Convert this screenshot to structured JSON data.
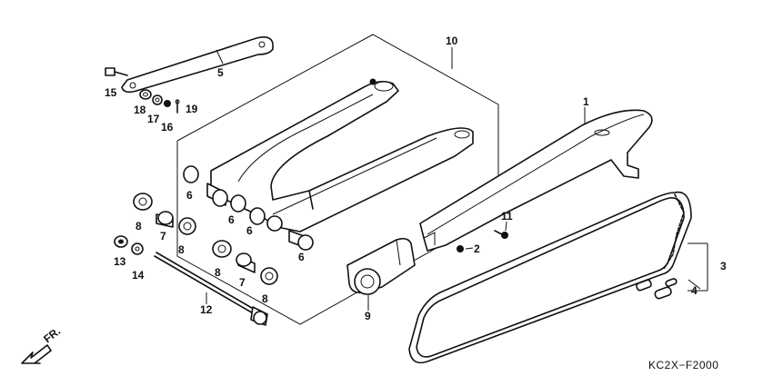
{
  "diagram": {
    "code": "KC2X−F2000",
    "direction_label": "FR.",
    "callouts": [
      "1",
      "2",
      "3",
      "4",
      "5",
      "6",
      "6",
      "6",
      "6",
      "7",
      "7",
      "8",
      "8",
      "8",
      "8",
      "9",
      "10",
      "11",
      "12",
      "13",
      "14",
      "15",
      "16",
      "17",
      "18",
      "19"
    ]
  }
}
